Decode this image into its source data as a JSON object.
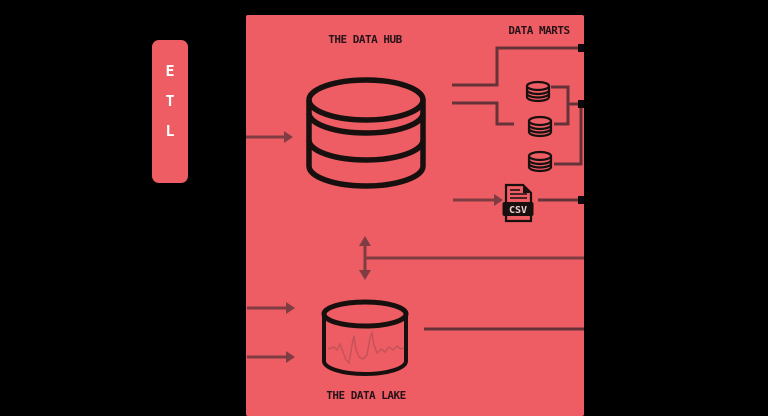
{
  "diagram": {
    "etl": {
      "letters": [
        "E",
        "T",
        "L"
      ]
    },
    "hub": {
      "title": "THE DATA HUB"
    },
    "marts": {
      "title": "DATA MARTS"
    },
    "lake": {
      "title": "THE DATA LAKE"
    },
    "csv_file": {
      "label": "CSV"
    }
  },
  "colors": {
    "background": "#000000",
    "panel_red": "#ee5d63",
    "arrow": "#7f3d43",
    "wire": "#643238",
    "icon_outline": "#17100f",
    "title_text": "#26131a",
    "etl_text": "#ffffff",
    "csv_label_text": "#eecfcf",
    "lake_wave": "#c4535a"
  }
}
